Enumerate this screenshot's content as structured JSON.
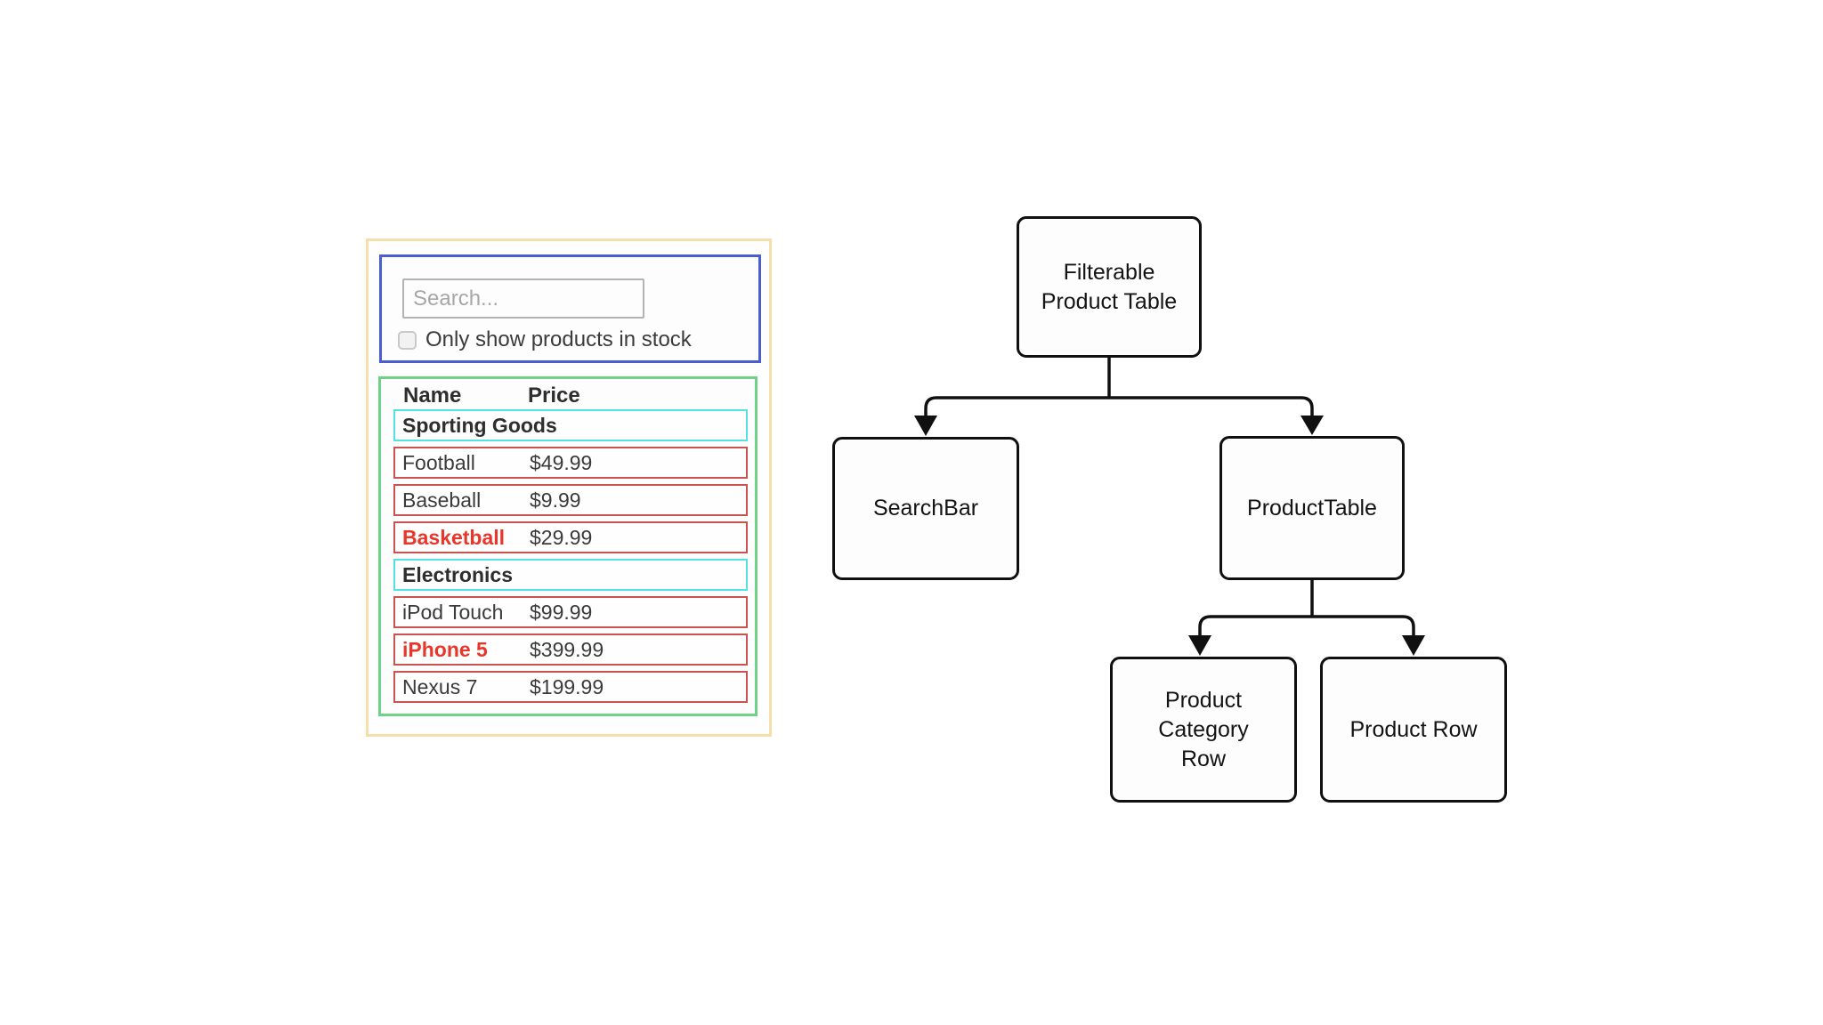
{
  "mockup": {
    "search_panel": {
      "search_placeholder": "Search...",
      "checkbox_label": "Only show products in stock",
      "checkbox_checked": false
    },
    "table": {
      "columns": [
        "Name",
        "Price"
      ],
      "rows": [
        {
          "name": "Sporting Goods",
          "price": "",
          "type": "category"
        },
        {
          "name": "Football",
          "price": "$49.99",
          "type": "product",
          "out_of_stock": false
        },
        {
          "name": "Baseball",
          "price": "$9.99",
          "type": "product",
          "out_of_stock": false
        },
        {
          "name": "Basketball",
          "price": "$29.99",
          "type": "product",
          "out_of_stock": true
        },
        {
          "name": "Electronics",
          "price": "",
          "type": "category"
        },
        {
          "name": "iPod Touch",
          "price": "$99.99",
          "type": "product",
          "out_of_stock": false
        },
        {
          "name": "iPhone 5",
          "price": "$399.99",
          "type": "product",
          "out_of_stock": true
        },
        {
          "name": "Nexus 7",
          "price": "$199.99",
          "type": "product",
          "out_of_stock": false
        }
      ]
    }
  },
  "diagram": {
    "nodes": [
      {
        "id": "filterable-product-table",
        "label": "Filterable\nProduct Table"
      },
      {
        "id": "search-bar",
        "label": "SearchBar"
      },
      {
        "id": "product-table",
        "label": "ProductTable"
      },
      {
        "id": "product-category-row",
        "label": "Product\nCategory\nRow"
      },
      {
        "id": "product-row",
        "label": "Product Row"
      }
    ],
    "edges": [
      {
        "from": "filterable-product-table",
        "to": "search-bar"
      },
      {
        "from": "filterable-product-table",
        "to": "product-table"
      },
      {
        "from": "product-table",
        "to": "product-category-row"
      },
      {
        "from": "product-table",
        "to": "product-row"
      }
    ]
  },
  "colors": {
    "mockup_outer_border": "#f7dfab",
    "search_panel_border": "#4a5ecf",
    "table_panel_border": "#6fd287",
    "category_row_border": "#55e1e1",
    "product_row_border": "#cb534f",
    "out_of_stock_text": "#e8362a",
    "body_text": "#3a3a3a",
    "diagram_stroke": "#101010",
    "background": "#ffffff"
  }
}
